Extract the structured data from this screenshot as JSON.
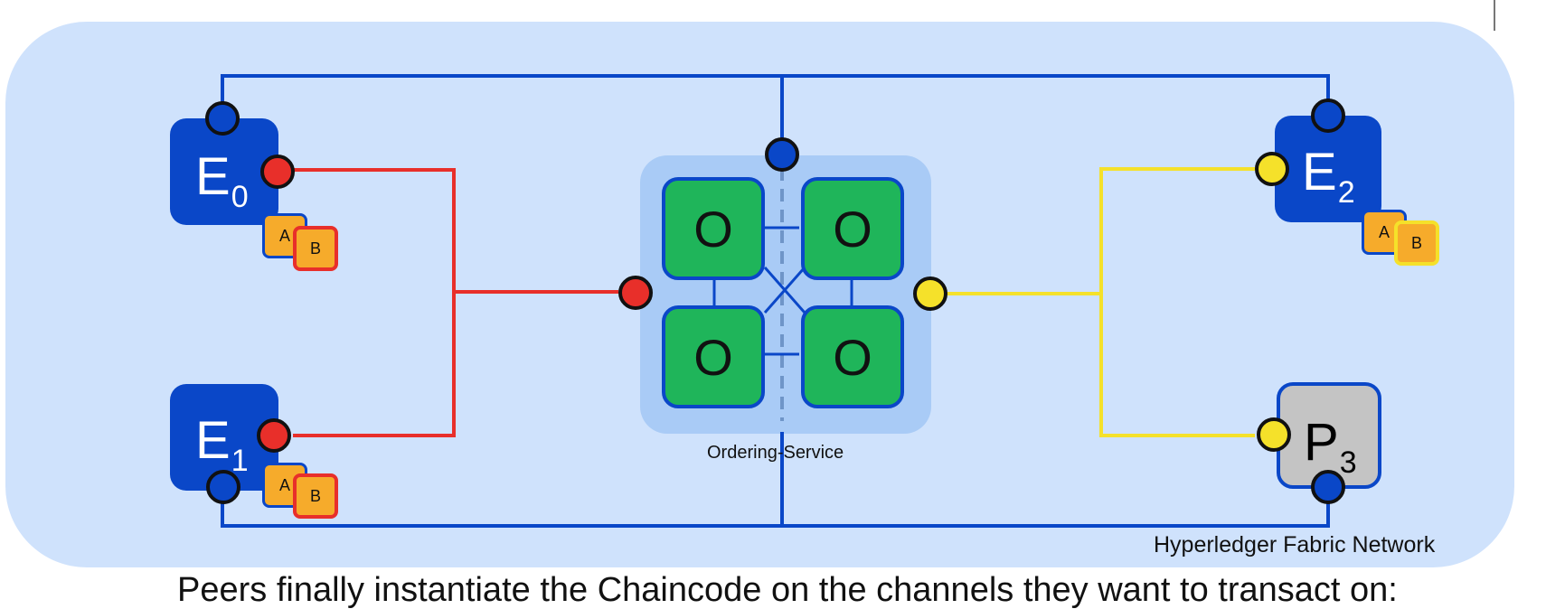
{
  "network": {
    "label": "Hyperledger Fabric Network"
  },
  "ordering_service": {
    "caption": "Ordering-Service",
    "nodes": [
      "O",
      "O",
      "O",
      "O"
    ]
  },
  "peers": {
    "e0": {
      "letter": "E",
      "sub": "0",
      "chaincodes": [
        "A",
        "B"
      ]
    },
    "e1": {
      "letter": "E",
      "sub": "1",
      "chaincodes": [
        "A",
        "B"
      ]
    },
    "e2": {
      "letter": "E",
      "sub": "2",
      "chaincodes": [
        "A",
        "B"
      ]
    },
    "p3": {
      "letter": "P",
      "sub": "3"
    }
  },
  "bottom_text": "Peers finally instantiate the Chaincode on the channels they want to transact on:",
  "colors": {
    "network_bg": "#cfe2fc",
    "blue_channel": "#0a47c8",
    "red_channel": "#e82f2a",
    "yellow_channel": "#f5e12a",
    "orderer": "#1fb55a",
    "chaincode": "#f6ab2b"
  }
}
